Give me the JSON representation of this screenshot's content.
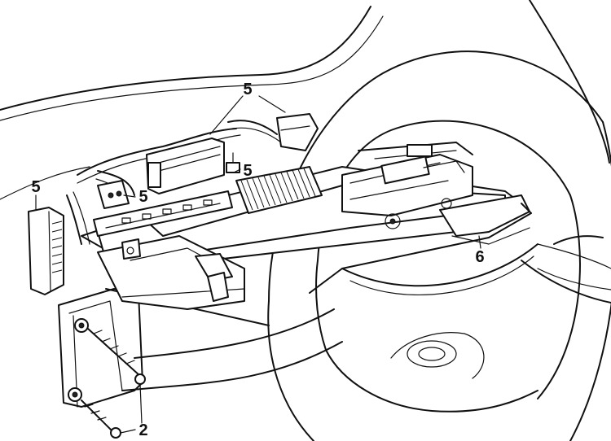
{
  "callouts": {
    "connector_top": "5",
    "connector_mid_right": "5",
    "connector_mid_left": "5",
    "connector_left": "5",
    "screws": "2",
    "instrument_cluster": "6"
  },
  "colors": {
    "line": "#111111",
    "background": "#ffffff"
  }
}
